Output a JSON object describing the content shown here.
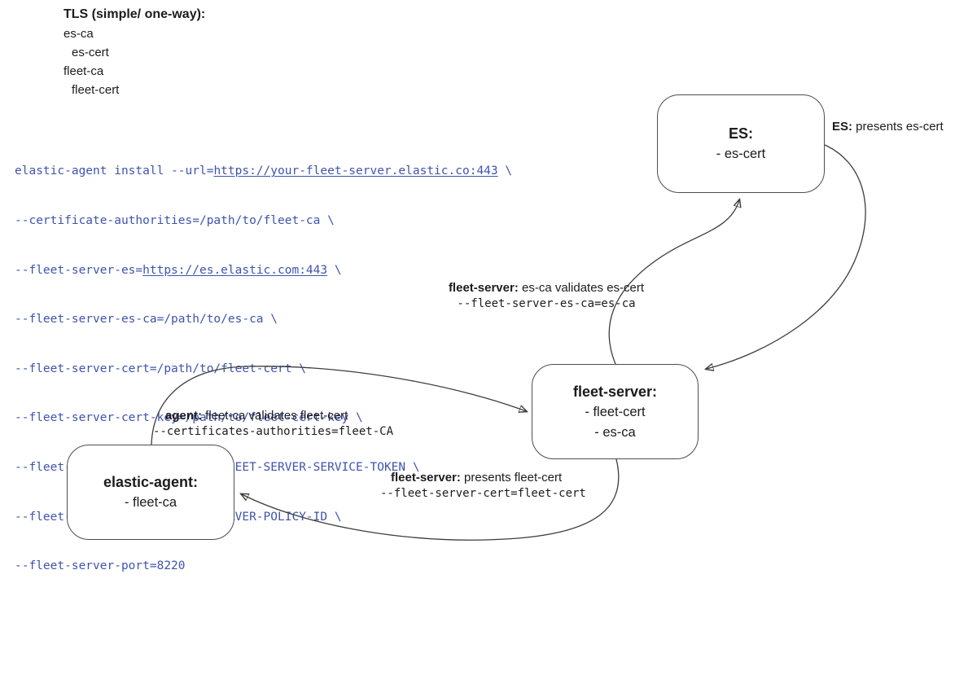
{
  "tls": {
    "title": "TLS (simple/ one-way):",
    "items": [
      {
        "text": "es-ca"
      },
      {
        "text": "es-cert"
      },
      {
        "text": "fleet-ca"
      },
      {
        "text": "fleet-cert"
      }
    ]
  },
  "command": {
    "lines": [
      {
        "pre": "elastic-agent install --url=",
        "url": "https://your-fleet-server.elastic.co:443",
        "post": " \\"
      },
      {
        "pre": "--certificate-authorities=/path/to/fleet-ca \\"
      },
      {
        "pre": "--fleet-server-es=",
        "url": "https://es.elastic.com:443",
        "post": " \\"
      },
      {
        "pre": "--fleet-server-es-ca=/path/to/es-ca \\"
      },
      {
        "pre": "--fleet-server-cert=/path/to/fleet-cert \\"
      },
      {
        "pre": "--fleet-server-cert-key=/path/to/fleet-cert-key \\"
      },
      {
        "pre": "--fleet-server-service-token=FLEET-SERVER-SERVICE-TOKEN \\"
      },
      {
        "pre": "--fleet-server-policy=FLEET-SERVER-POLICY-ID \\"
      },
      {
        "pre": "--fleet-server-port=8220"
      }
    ]
  },
  "nodes": {
    "es": {
      "title": "ES:",
      "lines": [
        "- es-cert"
      ]
    },
    "fleet": {
      "title": "fleet-server:",
      "lines": [
        "- fleet-cert",
        "- es-ca"
      ]
    },
    "agent": {
      "title": "elastic-agent:",
      "lines": [
        "- fleet-ca"
      ]
    }
  },
  "labels": {
    "es_presents": {
      "bold": "ES:",
      "text": " presents es-cert"
    },
    "fleet_validates": {
      "bold": "fleet-server:",
      "text": " es-ca validates es-cert",
      "code": "--fleet-server-es-ca=es-ca"
    },
    "agent_validates": {
      "bold": "agent:",
      "text": " fleet-ca validates fleet-cert",
      "code": "--certificates-authorities=fleet-CA"
    },
    "fleet_presents": {
      "bold": "fleet-server:",
      "text": " presents fleet-cert",
      "code": "--fleet-server-cert=fleet-cert"
    }
  },
  "colors": {
    "command_blue": "#3f54ad",
    "line": "#3d3d3d",
    "text": "#1c1c1c"
  }
}
